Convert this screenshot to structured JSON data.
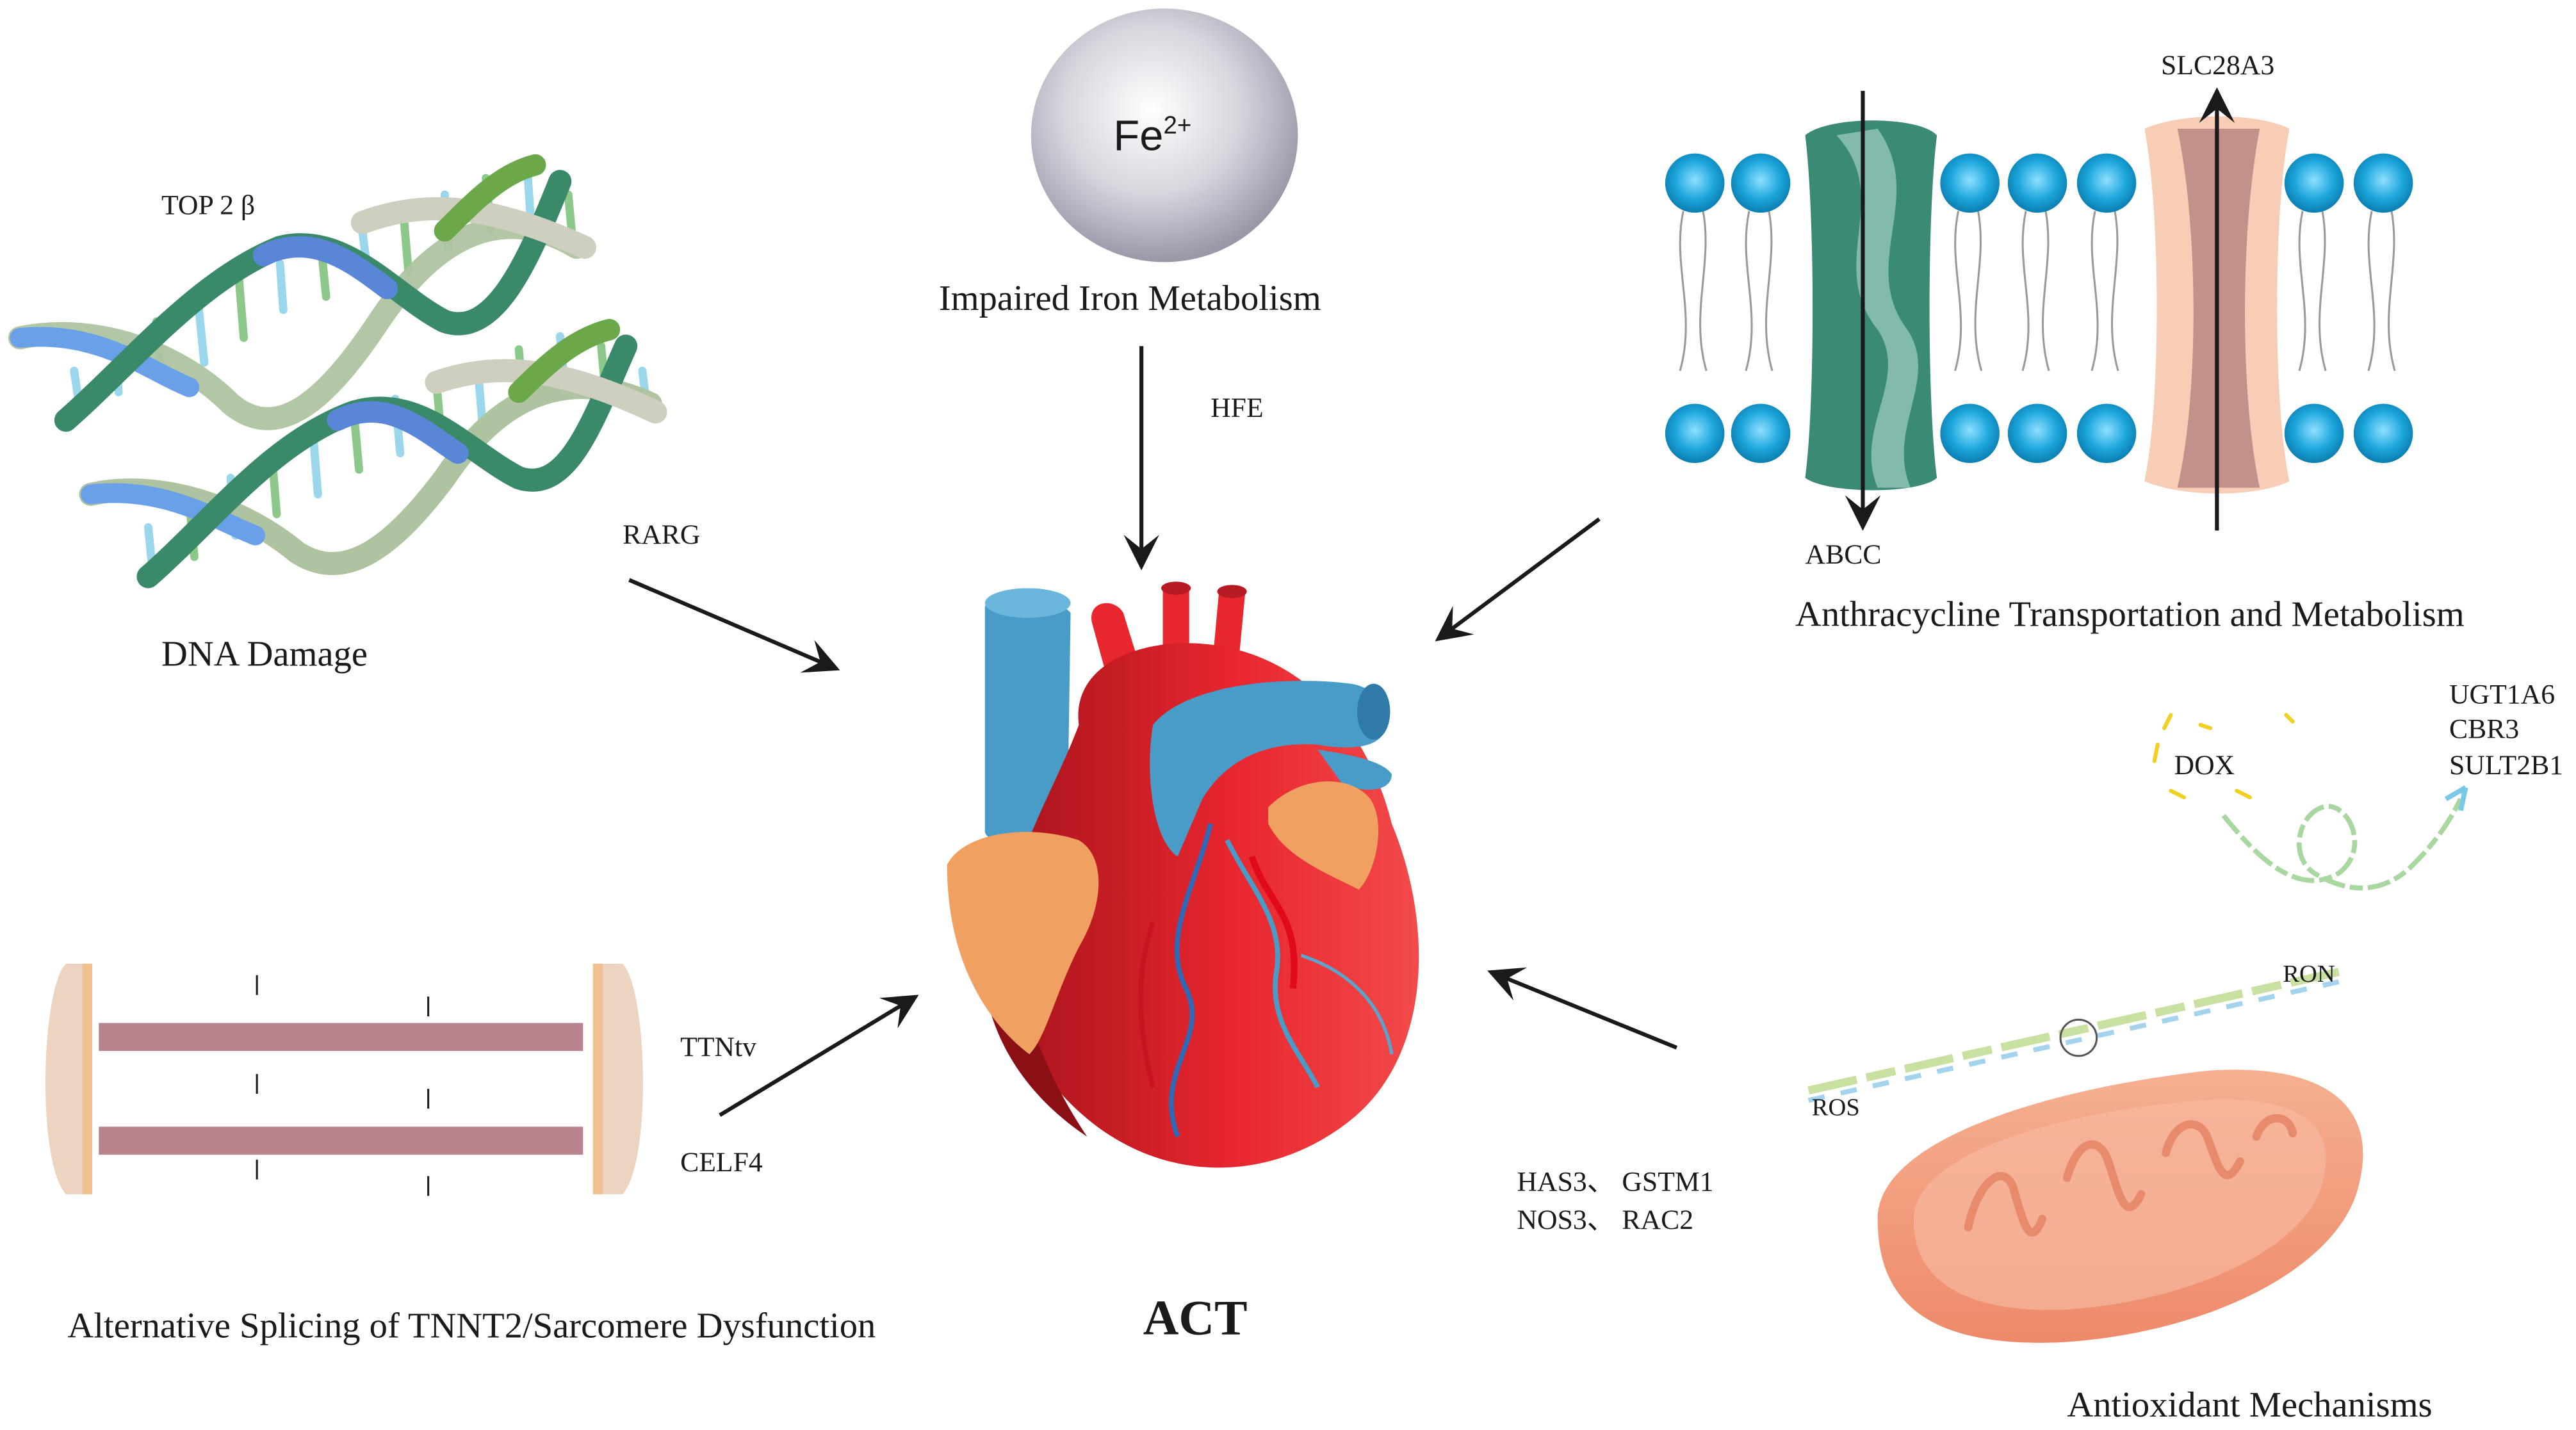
{
  "labels": {
    "top2b": "TOP 2 β",
    "dna_damage": "DNA Damage",
    "rarg": "RARG",
    "fe": "Fe",
    "fe_charge": "2+",
    "iron": "Impaired Iron Metabolism",
    "hfe": "HFE",
    "slc": "SLC28A3",
    "abcc": "ABCC",
    "anthracycline": "Anthracycline Transportation and Metabolism",
    "ugt": "UGT1A6",
    "cbr": "CBR3",
    "sult": "SULT2B1",
    "dox": "DOX",
    "ron": "RON",
    "ros": "ROS",
    "ttntv": "TTNtv",
    "celf4": "CELF4",
    "has3": "HAS3、 GSTM1",
    "nos3": "NOS3、 RAC2",
    "alt_splicing": "Alternative Splicing of TNNT2/Sarcomere Dysfunction",
    "act": "ACT",
    "antioxidant": "Antioxidant Mechanisms"
  },
  "colors": {
    "heart_red": "#e8262e",
    "vessel_blue": "#4a9cc8",
    "atrium_orange": "#f0a060",
    "membrane_green": "#2e7d6a",
    "membrane_pink": "#f4c8b0",
    "lipid_head": "#1ca6dc",
    "iron_sphere": "#b8b4c2",
    "mito": "#f39a7a",
    "dna_blue": "#5a86d8",
    "dna_green": "#5a9a4a"
  }
}
